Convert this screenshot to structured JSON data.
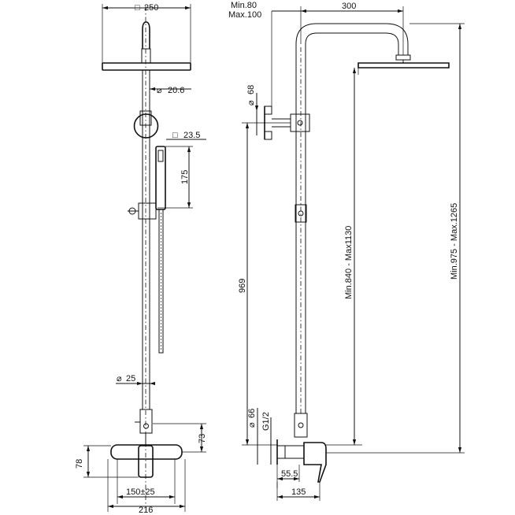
{
  "front_view": {
    "head_size": "250",
    "pipe_dia_upper": "20.6",
    "hand_shower_size": "23.5",
    "hand_shower_length": "175",
    "pipe_dia_lower": "25",
    "mixer_height": "78",
    "mixer_offset": "73",
    "inlet_spacing": "150±25",
    "overall_width": "216",
    "symbol_square": "□",
    "symbol_diameter": "⌀"
  },
  "side_view": {
    "arm_min": "Min.80",
    "arm_max": "Max.100",
    "arm_reach": "300",
    "bracket_dia": "68",
    "riser_length": "969",
    "adjust_range_lower": "Min.840 - Max1130",
    "adjust_range_upper": "Min.975 - Max.1265",
    "inlet_dia": "66",
    "inlet_thread": "G1/2",
    "inlet_depth": "55.5",
    "mixer_depth": "135",
    "symbol_diameter": "⌀"
  }
}
